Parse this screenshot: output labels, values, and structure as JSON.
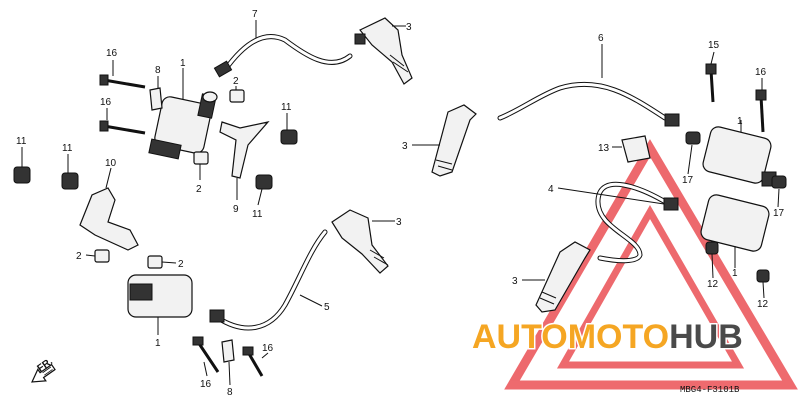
{
  "callouts": {
    "c1a": "1",
    "c1b": "1",
    "c1c": "1",
    "c1d": "1",
    "c2a": "2",
    "c2b": "2",
    "c2c": "2",
    "c2d": "2",
    "c3a": "3",
    "c3b": "3",
    "c3c": "3",
    "c3d": "3",
    "c4": "4",
    "c5": "5",
    "c6": "6",
    "c7": "7",
    "c8a": "8",
    "c8b": "8",
    "c9": "9",
    "c10": "10",
    "c11a": "11",
    "c11b": "11",
    "c11c": "11",
    "c11d": "11",
    "c12a": "12",
    "c12b": "12",
    "c13": "13",
    "c15": "15",
    "c16a": "16",
    "c16b": "16",
    "c16c": "16",
    "c16d": "16",
    "c16e": "16",
    "c17a": "17",
    "c17b": "17"
  },
  "direction": "FR.",
  "diagram_code": "MBG4-F3101B",
  "watermark": {
    "part1": "AUTO",
    "part2": "MOTO",
    "part3": "HUB",
    "color_auto": "#f5a623",
    "color_moto": "#f5a623",
    "color_hub": "#4a4a4a",
    "triangle_color": "#e8383d"
  }
}
